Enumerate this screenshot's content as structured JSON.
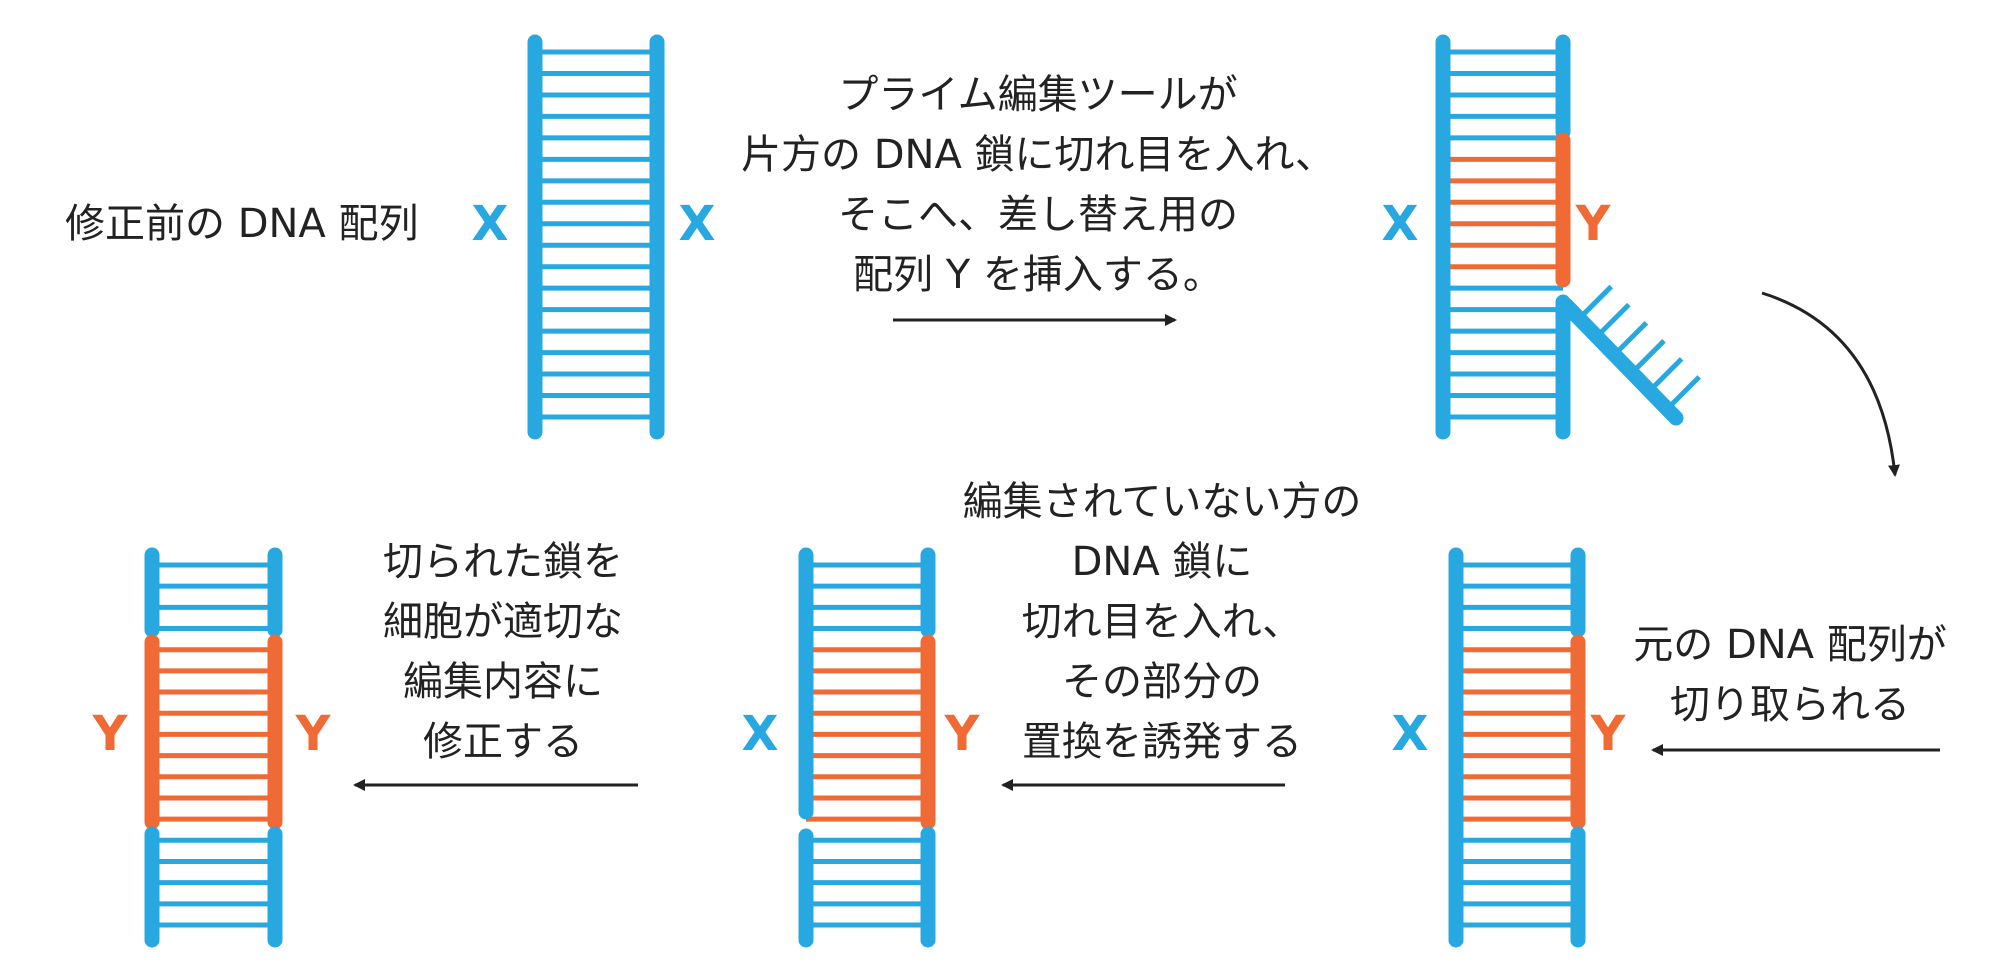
{
  "colors": {
    "dna_strand": "#27A8E0",
    "edit_segment": "#F06A35",
    "arrow": "#222222",
    "text": "#222222"
  },
  "captions": {
    "original_sequence": "修正前の DNA 配列",
    "step1": [
      "プライム編集ツールが",
      "片方の DNA 鎖に切れ目を入れ、",
      "そこへ、差し替え用の",
      "配列 Y を挿入する。"
    ],
    "step2": [
      "元の DNA 配列が",
      "切り取られる"
    ],
    "step3": [
      "編集されていない方の",
      "DNA 鎖に",
      "切れ目を入れ、",
      "その部分の",
      "置換を誘発する"
    ],
    "step4": [
      "切られた鎖を",
      "細胞が適切な",
      "編集内容に",
      "修正する"
    ]
  },
  "labels": {
    "x": "X",
    "y": "Y"
  },
  "arrows": [
    "arrow-step1",
    "arrow-curved-step2",
    "arrow-step3",
    "arrow-step4"
  ]
}
